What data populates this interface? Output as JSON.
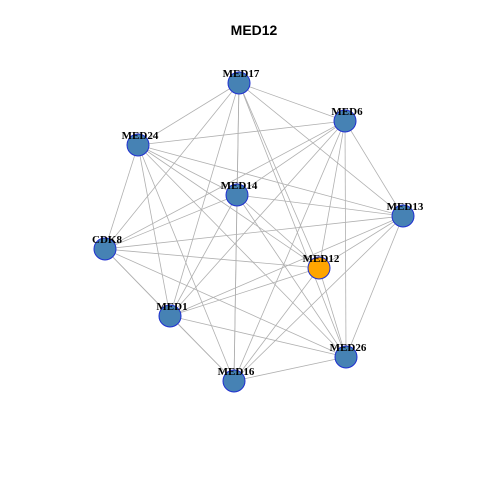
{
  "title": "MED12",
  "colors": {
    "default_node": "#4682b4",
    "highlight_node": "#ffa500",
    "node_border": "#1f2fd0",
    "edge": "#b0b0b0"
  },
  "network": {
    "nodes": [
      {
        "id": "MED17",
        "label": "MED17",
        "highlight": false
      },
      {
        "id": "MED6",
        "label": "MED6",
        "highlight": false
      },
      {
        "id": "MED24",
        "label": "MED24",
        "highlight": false
      },
      {
        "id": "MED14",
        "label": "MED14",
        "highlight": false
      },
      {
        "id": "MED13",
        "label": "MED13",
        "highlight": false
      },
      {
        "id": "CDK8",
        "label": "CDK8",
        "highlight": false
      },
      {
        "id": "MED12",
        "label": "MED12",
        "highlight": true
      },
      {
        "id": "MED1",
        "label": "MED1",
        "highlight": false
      },
      {
        "id": "MED26",
        "label": "MED26",
        "highlight": false
      },
      {
        "id": "MED16",
        "label": "MED16",
        "highlight": false
      }
    ],
    "edges": [
      [
        "MED17",
        "MED6"
      ],
      [
        "MED17",
        "MED24"
      ],
      [
        "MED17",
        "MED14"
      ],
      [
        "MED17",
        "MED13"
      ],
      [
        "MED17",
        "CDK8"
      ],
      [
        "MED17",
        "MED12"
      ],
      [
        "MED17",
        "MED1"
      ],
      [
        "MED17",
        "MED26"
      ],
      [
        "MED17",
        "MED16"
      ],
      [
        "MED6",
        "MED24"
      ],
      [
        "MED6",
        "MED14"
      ],
      [
        "MED6",
        "MED13"
      ],
      [
        "MED6",
        "CDK8"
      ],
      [
        "MED6",
        "MED12"
      ],
      [
        "MED6",
        "MED1"
      ],
      [
        "MED6",
        "MED26"
      ],
      [
        "MED6",
        "MED16"
      ],
      [
        "MED24",
        "MED14"
      ],
      [
        "MED24",
        "MED13"
      ],
      [
        "MED24",
        "CDK8"
      ],
      [
        "MED24",
        "MED12"
      ],
      [
        "MED24",
        "MED1"
      ],
      [
        "MED24",
        "MED26"
      ],
      [
        "MED24",
        "MED16"
      ],
      [
        "MED14",
        "MED13"
      ],
      [
        "MED14",
        "CDK8"
      ],
      [
        "MED14",
        "MED12"
      ],
      [
        "MED14",
        "MED1"
      ],
      [
        "MED14",
        "MED26"
      ],
      [
        "MED14",
        "MED16"
      ],
      [
        "MED13",
        "CDK8"
      ],
      [
        "MED13",
        "MED12"
      ],
      [
        "MED13",
        "MED1"
      ],
      [
        "MED13",
        "MED26"
      ],
      [
        "MED13",
        "MED16"
      ],
      [
        "CDK8",
        "MED12"
      ],
      [
        "CDK8",
        "MED1"
      ],
      [
        "CDK8",
        "MED26"
      ],
      [
        "CDK8",
        "MED16"
      ],
      [
        "MED12",
        "MED1"
      ],
      [
        "MED12",
        "MED26"
      ],
      [
        "MED12",
        "MED16"
      ],
      [
        "MED1",
        "MED26"
      ],
      [
        "MED1",
        "MED16"
      ],
      [
        "MED26",
        "MED16"
      ]
    ]
  }
}
